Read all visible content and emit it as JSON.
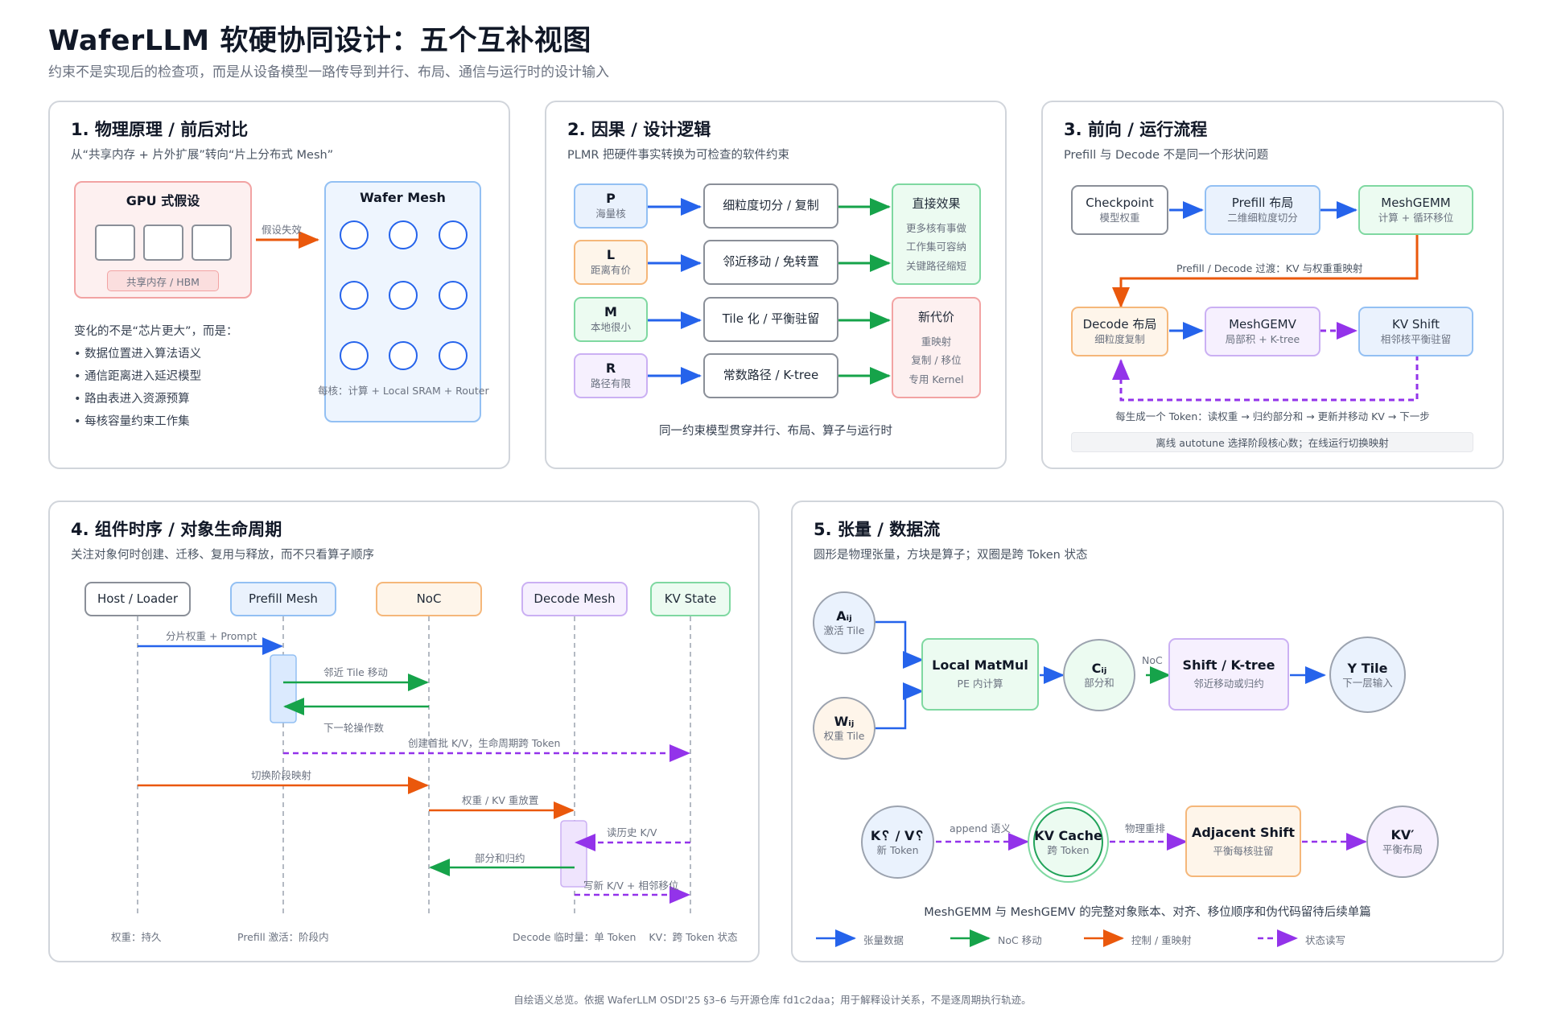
{
  "header": {
    "title": "WaferLLM 软硬协同设计：五个互补视图",
    "subtitle": "约束不是实现后的检查项，而是从设备模型一路传导到并行、布局、通信与运行时的设计输入"
  },
  "panel1": {
    "title": "1. 物理原理 / 前后对比",
    "subtitle": "从“共享内存 + 片外扩展”转向“片上分布式 Mesh”",
    "gpu_title": "GPU 式假设",
    "gpu_mem": "共享内存 / HBM",
    "arrow_label": "假设失效",
    "wafer_title": "Wafer Mesh",
    "wafer_caption": "每核：计算 + Local SRAM + Router",
    "change_intro": "变化的不是“芯片更大”，而是：",
    "bullets": [
      "• 数据位置进入算法语义",
      "• 通信距离进入延迟模型",
      "• 路由表进入资源预算",
      "• 每核容量约束工作集"
    ]
  },
  "panel2": {
    "title": "2. 因果 / 设计逻辑",
    "subtitle": "PLMR 把硬件事实转换为可检查的软件约束",
    "rows": [
      {
        "letter": "P",
        "desc": "海量核",
        "action": "细粒度切分 / 复制"
      },
      {
        "letter": "L",
        "desc": "距离有价",
        "action": "邻近移动 / 免转置"
      },
      {
        "letter": "M",
        "desc": "本地很小",
        "action": "Tile 化 / 平衡驻留"
      },
      {
        "letter": "R",
        "desc": "路径有限",
        "action": "常数路径 / K-tree"
      }
    ],
    "effect_title": "直接效果",
    "effects": [
      "更多核有事做",
      "工作集可容纳",
      "关键路径缩短"
    ],
    "cost_title": "新代价",
    "costs": [
      "重映射",
      "复制 / 移位",
      "专用 Kernel"
    ],
    "caption": "同一约束模型贯穿并行、布局、算子与运行时"
  },
  "panel3": {
    "title": "3. 前向 / 运行流程",
    "subtitle": "Prefill 与 Decode 不是同一个形状问题",
    "row1": [
      {
        "title": "Checkpoint",
        "sub": "模型权重"
      },
      {
        "title": "Prefill 布局",
        "sub": "二维细粒度切分"
      },
      {
        "title": "MeshGEMM",
        "sub": "计算 + 循环移位"
      }
    ],
    "transition": "Prefill / Decode 过渡：KV 与权重重映射",
    "row2": [
      {
        "title": "Decode 布局",
        "sub": "细粒度复制"
      },
      {
        "title": "MeshGEMV",
        "sub": "局部积 + K-tree"
      },
      {
        "title": "KV Shift",
        "sub": "相邻核平衡驻留"
      }
    ],
    "loop": "每生成一个 Token：读权重 → 归约部分和 → 更新并移动 KV → 下一步",
    "note": "离线 autotune 选择阶段核心数；在线运行切换映射"
  },
  "panel4": {
    "title": "4. 组件时序 / 对象生命周期",
    "subtitle": "关注对象何时创建、迁移、复用与释放，而不只看算子顺序",
    "lanes": [
      "Host / Loader",
      "Prefill Mesh",
      "NoC",
      "Decode Mesh",
      "KV State"
    ],
    "messages": [
      "分片权重 + Prompt",
      "邻近 Tile 移动",
      "下一轮操作数",
      "创建首批 K/V，生命周期跨 Token",
      "切换阶段映射",
      "权重 / KV 重放置",
      "读历史 K/V",
      "部分和归约",
      "写新 K/V + 相邻移位"
    ],
    "footer_left": "权重：持久",
    "footer_mid": "Prefill 激活：阶段内",
    "footer_right": "Decode 临时量：单 Token    KV：跨 Token 状态"
  },
  "panel5": {
    "title": "5. 张量 / 数据流",
    "subtitle": "圆形是物理张量，方块是算子；双圈是跨 Token 状态",
    "a_title": "Aᵢⱼ",
    "a_sub": "激活 Tile",
    "w_title": "Wᵢⱼ",
    "w_sub": "权重 Tile",
    "matmul_title": "Local MatMul",
    "matmul_sub": "PE 内计算",
    "c_title": "Cᵢⱼ",
    "c_sub": "部分和",
    "noc_label": "NoC",
    "shift_title": "Shift / K-tree",
    "shift_sub": "邻近移动或归约",
    "y_title": "Y Tile",
    "y_sub": "下一层输入",
    "kv_new_title": "K␦ / V␦",
    "kv_new_sub": "新 Token",
    "append_label": "append 语义",
    "cache_title": "KV Cache",
    "cache_sub": "跨 Token",
    "reorder_label": "物理重排",
    "adj_title": "Adjacent Shift",
    "adj_sub": "平衡每核驻留",
    "kvp_title": "KV′",
    "kvp_sub": "平衡布局",
    "caption": "MeshGEMM 与 MeshGEMV 的完整对象账本、对齐、移位顺序和伪代码留待后续单篇",
    "legend": [
      "张量数据",
      "NoC 移动",
      "控制 / 重映射",
      "状态读写"
    ]
  },
  "footer": "自绘语义总览。依据 WaferLLM OSDI'25 §3–6 与开源仓库 fd1c2daa；用于解释设计关系，不是逐周期执行轨迹。",
  "colors": {
    "blue": "#2563eb",
    "green": "#16a34a",
    "orange": "#ea580c",
    "purple": "#9333ea"
  }
}
